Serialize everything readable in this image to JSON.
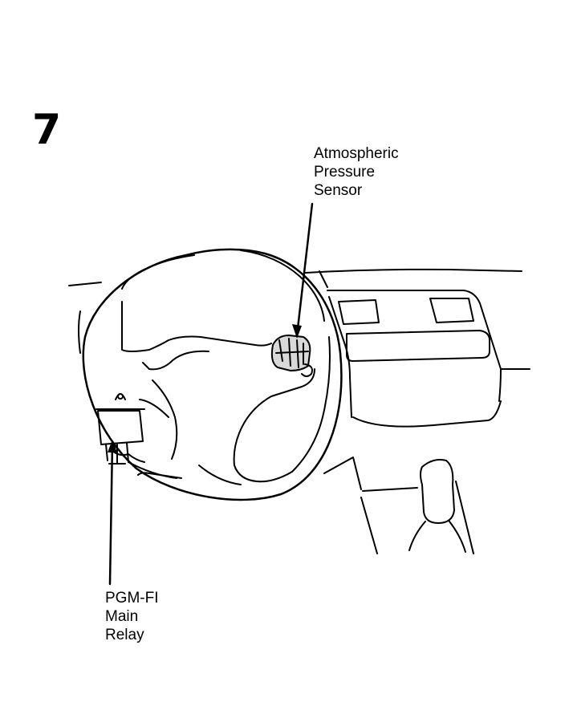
{
  "figure": {
    "step_number": "7"
  },
  "callouts": {
    "atmospheric_pressure_sensor": {
      "lines": [
        "Atmospheric",
        "Pressure",
        "Sensor"
      ]
    },
    "pgm_fi_main_relay": {
      "lines": [
        "PGM-FI",
        "Main",
        "Relay"
      ]
    }
  },
  "colors": {
    "ink": "#000000",
    "paper": "#ffffff"
  }
}
